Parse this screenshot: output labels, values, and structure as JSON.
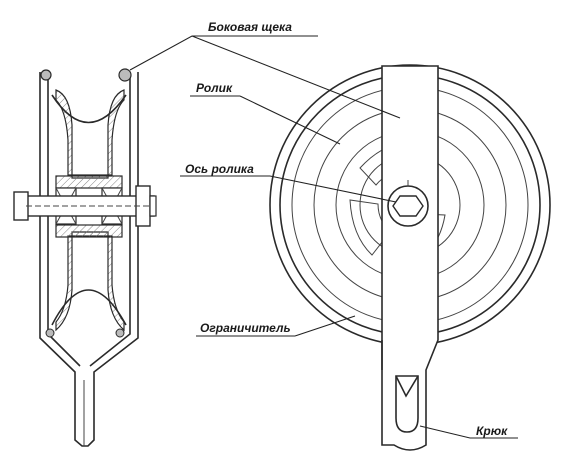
{
  "labels": {
    "side_cheek": "Боковая щека",
    "roller": "Ролик",
    "roller_axis": "Ось ролика",
    "limiter": "Ограничитель",
    "hook": "Крюк"
  },
  "colors": {
    "line": "#2a2a2a",
    "background": "#ffffff"
  }
}
